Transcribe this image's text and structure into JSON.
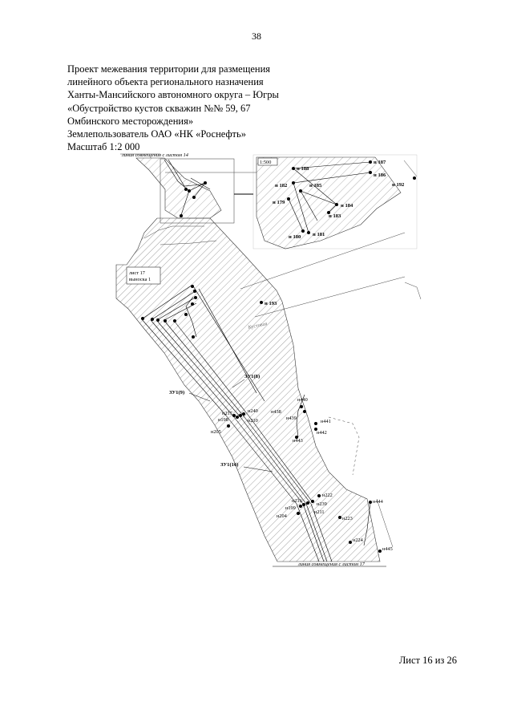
{
  "page": {
    "number": "38"
  },
  "header": {
    "lines": [
      "Проект межевания территории для размещения",
      "линейного объекта регионального назначения",
      "Ханты-Мансийского автономного округа – Югры",
      "«Обустройство кустов скважин №№ 59, 67",
      "Омбинского месторождения»",
      "Землепользователь ОАО «НК «Роснефть»",
      "Масштаб 1:2 000"
    ]
  },
  "map": {
    "line_top": "линия совмещения с листом 14",
    "line_bottom": "линия совмещения с листом 17",
    "inset_scale": "1:500",
    "callout": [
      "лист 17",
      "выноска 1"
    ],
    "road_label": "Кустовая",
    "parcels": [
      "ЗУ1(8)",
      "ЗУ1(9)",
      "ЗУ1(16)"
    ],
    "inset_points": [
      "н 188",
      "н 187",
      "н 186",
      "н 192",
      "н 182",
      "н 185",
      "н 179",
      "н 184",
      "н 183",
      "н 180",
      "н 181"
    ],
    "points": [
      "н 193",
      "н440",
      "н438",
      "н439",
      "н441",
      "н442",
      "н443",
      "н240",
      "н217",
      "н198",
      "н210",
      "н205",
      "н216",
      "н239",
      "н199",
      "н211",
      "н204",
      "н222",
      "н444",
      "н223",
      "н224",
      "н445"
    ]
  },
  "footer": {
    "sheet": "Лист 16 из 26"
  }
}
